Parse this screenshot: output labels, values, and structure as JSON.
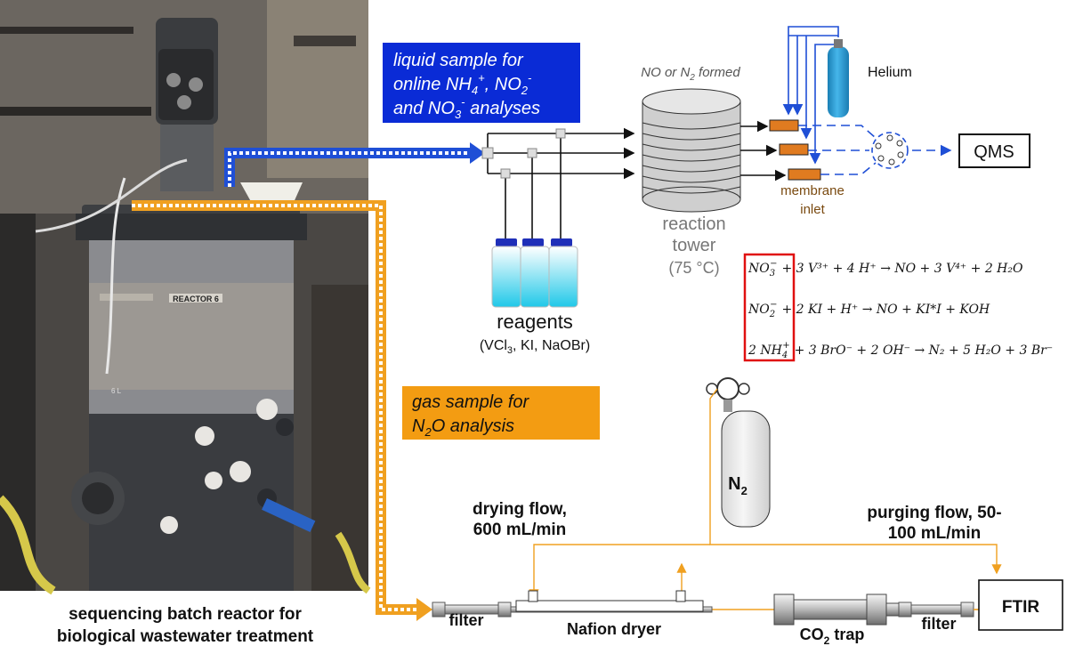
{
  "photo": {
    "reactor_label": "REACTOR 6",
    "volume_label": "6 L",
    "caption_line1": "sequencing batch reactor for",
    "caption_line2": "biological wastewater treatment"
  },
  "liquid_sample": {
    "line1": "liquid sample for",
    "line2": "online NH",
    "line2_sub": "4",
    "line2_sup": "+",
    "line2_mid": ", NO",
    "line2_sub2": "2",
    "line2_sup2": "-",
    "line3_a": "and NO",
    "line3_sub": "3",
    "line3_sup": "-",
    "line3_b": " analyses"
  },
  "gas_sample": {
    "line1": "gas sample for",
    "line2_a": "N",
    "line2_sub": "2",
    "line2_b": "O analysis"
  },
  "reagents": {
    "title": "reagents",
    "list": "(VCl",
    "list_sub": "3",
    "list_rest": ", KI, NaOBr)"
  },
  "tower": {
    "formed_a": "NO or N",
    "formed_sub": "2",
    "formed_b": " formed",
    "line1": "reaction",
    "line2": "tower",
    "temp": "(75 °C)"
  },
  "helium": {
    "label": "Helium"
  },
  "membrane": {
    "line1": "membrane",
    "line2": "inlet"
  },
  "qms": {
    "label": "QMS"
  },
  "reactions": [
    {
      "lhs_species": "NO",
      "lhs_sub": "3",
      "lhs_sup": "−",
      "rest": "+ 3 V³⁺ + 4 H⁺ → NO + 3 V⁴⁺ + 2 H₂O"
    },
    {
      "lhs_species": "NO",
      "lhs_sub": "2",
      "lhs_sup": "−",
      "rest": "+ 2 KI + H⁺  → NO + KI*I + KOH"
    },
    {
      "lhs_species": "2 NH",
      "lhs_sub": "4",
      "lhs_sup": "+",
      "rest": "+ 3 BrO⁻ + 2 OH⁻  → N₂ + 5 H₂O + 3 Br⁻"
    }
  ],
  "n2_tank": {
    "label": "N",
    "label_sub": "2"
  },
  "flows": {
    "drying_line1": "drying flow,",
    "drying_line2": "600 mL/min",
    "purging_line1": "purging flow, 50-",
    "purging_line2": "100 mL/min"
  },
  "train": {
    "filter1": "filter",
    "nafion": "Nafion dryer",
    "co2_a": "CO",
    "co2_sub": "2",
    "co2_b": " trap",
    "filter2": "filter",
    "ftir": "FTIR"
  },
  "colors": {
    "blue_box": "#0a2bd6",
    "orange_box": "#f39c12",
    "blue_line": "#1f4fd6",
    "orange_line": "#f0a020",
    "membrane_fill": "#e07b20",
    "helium_fill": "#2a9fd6",
    "reagent_fill": "#20c8e8",
    "red_box": "#e01010"
  }
}
